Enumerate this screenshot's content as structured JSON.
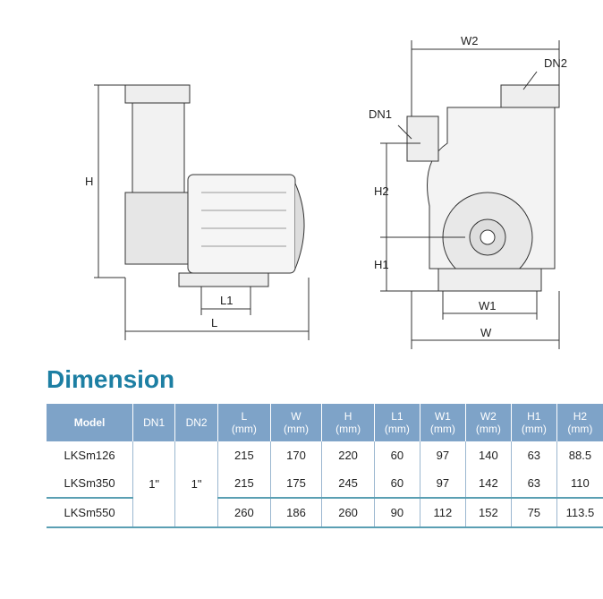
{
  "drawing_labels": {
    "H": "H",
    "L1": "L1",
    "L": "L",
    "W2": "W2",
    "DN2": "DN2",
    "DN1": "DN1",
    "H2": "H2",
    "H1": "H1",
    "W1": "W1",
    "W": "W"
  },
  "title": "Dimension",
  "table": {
    "headers": [
      {
        "name": "Model",
        "unit": ""
      },
      {
        "name": "DN1",
        "unit": ""
      },
      {
        "name": "DN2",
        "unit": ""
      },
      {
        "name": "L",
        "unit": "(mm)"
      },
      {
        "name": "W",
        "unit": "(mm)"
      },
      {
        "name": "H",
        "unit": "(mm)"
      },
      {
        "name": "L1",
        "unit": "(mm)"
      },
      {
        "name": "W1",
        "unit": "(mm)"
      },
      {
        "name": "W2",
        "unit": "(mm)"
      },
      {
        "name": "H1",
        "unit": "(mm)"
      },
      {
        "name": "H2",
        "unit": "(mm)"
      }
    ],
    "dn1": "1\"",
    "dn2": "1\"",
    "rows": [
      {
        "model": "LKSm126",
        "L": "215",
        "W": "170",
        "H": "220",
        "L1": "60",
        "W1": "97",
        "W2": "140",
        "H1": "63",
        "H2": "88.5"
      },
      {
        "model": "LKSm350",
        "L": "215",
        "W": "175",
        "H": "245",
        "L1": "60",
        "W1": "97",
        "W2": "142",
        "H1": "63",
        "H2": "110"
      },
      {
        "model": "LKSm550",
        "L": "260",
        "W": "186",
        "H": "260",
        "L1": "90",
        "W1": "112",
        "W2": "152",
        "H1": "75",
        "H2": "113.5"
      }
    ]
  }
}
